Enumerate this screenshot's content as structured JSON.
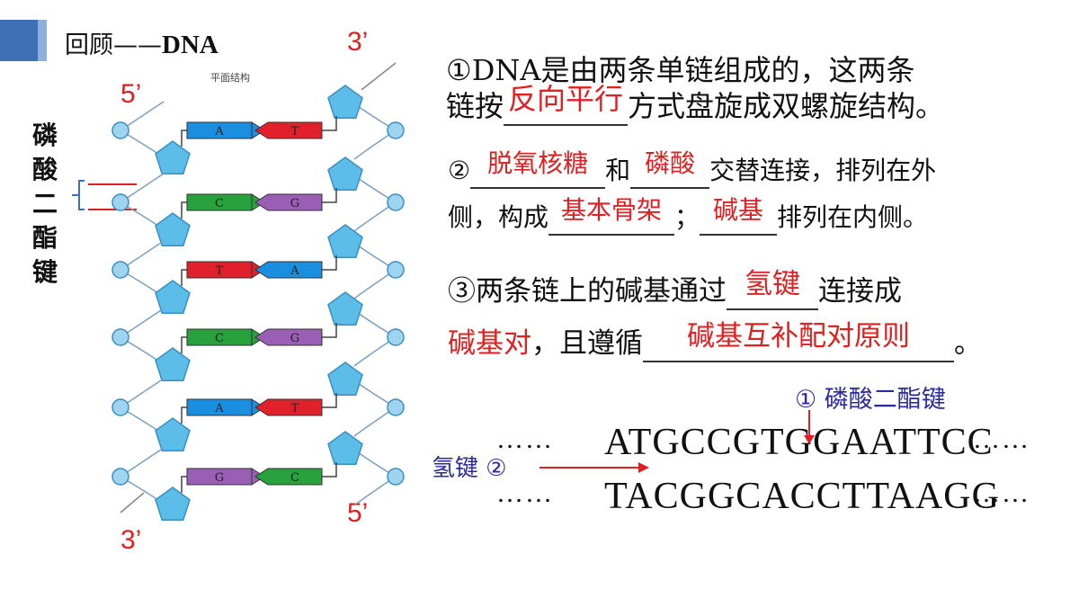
{
  "title": {
    "cn": "回顾",
    "dash": "——",
    "en": "DNA"
  },
  "diagram": {
    "caption": "平面结构",
    "label_top_right": "3’",
    "label_top_left": "5’",
    "label_bottom_left": "3’",
    "label_bottom_right": "5’"
  },
  "side_label": [
    "磷",
    "酸",
    "二",
    "酯",
    "键"
  ],
  "pairs": [
    {
      "left": "A",
      "right": "T",
      "left_color": "#1a8fe0",
      "right_color": "#e0202a"
    },
    {
      "left": "C",
      "right": "G",
      "left_color": "#27a23c",
      "right_color": "#9a5fb5"
    },
    {
      "left": "T",
      "right": "A",
      "left_color": "#e0202a",
      "right_color": "#1a8fe0"
    },
    {
      "left": "C",
      "right": "G",
      "left_color": "#27a23c",
      "right_color": "#9a5fb5"
    },
    {
      "left": "A",
      "right": "T",
      "left_color": "#1a8fe0",
      "right_color": "#e0202a"
    },
    {
      "left": "G",
      "right": "C",
      "left_color": "#9a5fb5",
      "right_color": "#27a23c"
    }
  ],
  "point1": {
    "line1": "①DNA是由两条单链组成的，这两条",
    "prefix2": "链按",
    "fill": "反向平行",
    "suffix2": "方式盘旋成双螺旋结构。"
  },
  "point2": {
    "num": "②",
    "fill1": "脱氧核糖",
    "he": "和",
    "fill2": "磷酸",
    "tail1": "交替连接，排列在外",
    "prefix2": "侧，构成",
    "fill3": "基本骨架",
    "semi": "；",
    "fill4": "碱基",
    "tail2": "排列在内侧。"
  },
  "point3": {
    "line1_prefix": "③两条链上的碱基通过",
    "fill1": "氢键",
    "line1_suffix": "连接成",
    "fill2": "碱基对",
    "mid": "，且遵循",
    "fill3": "碱基互补配对原则",
    "end": "。"
  },
  "sequence": {
    "top": "ATGCCGTGGAATTCC",
    "bottom": "TACGGCACCTTAAGG",
    "dots": "……",
    "annot1": "① 磷酸二酯键",
    "annot2": "氢键 ②"
  }
}
